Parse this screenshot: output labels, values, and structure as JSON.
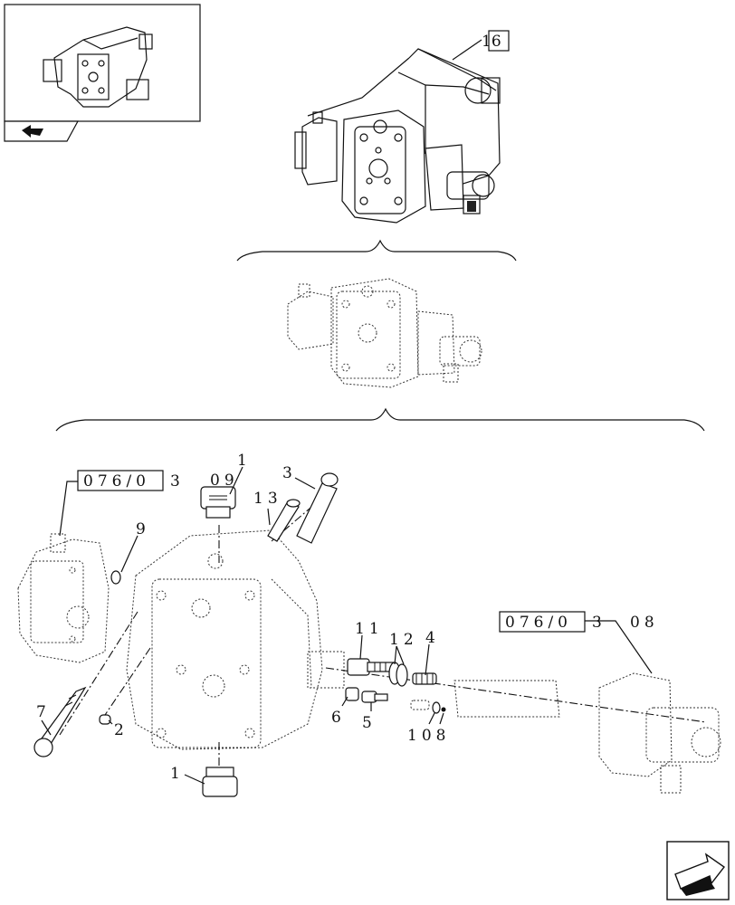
{
  "navigation": {
    "thumbnail_icon": "pump-thumbnail",
    "back_icon": "arrow-back-icon",
    "next_icon": "arrow-next-icon"
  },
  "top_assembly": {
    "ref_label": "16"
  },
  "references": {
    "left": {
      "ref": "076/0",
      "suffix": "3"
    },
    "right": {
      "ref": "076/0",
      "suffix": "3",
      "extra": "08"
    }
  },
  "part_labels": [
    {
      "id": "p1-top",
      "text": "1"
    },
    {
      "id": "p09",
      "text": "09"
    },
    {
      "id": "p13",
      "text": "13"
    },
    {
      "id": "p3",
      "text": "3"
    },
    {
      "id": "p9",
      "text": "9"
    },
    {
      "id": "p7",
      "text": "7"
    },
    {
      "id": "p2",
      "text": "2"
    },
    {
      "id": "p11",
      "text": "11"
    },
    {
      "id": "p12",
      "text": "12"
    },
    {
      "id": "p4",
      "text": "4"
    },
    {
      "id": "p6",
      "text": "6"
    },
    {
      "id": "p5",
      "text": "5"
    },
    {
      "id": "p108",
      "text": "108"
    },
    {
      "id": "p1-bottom",
      "text": "1"
    }
  ]
}
